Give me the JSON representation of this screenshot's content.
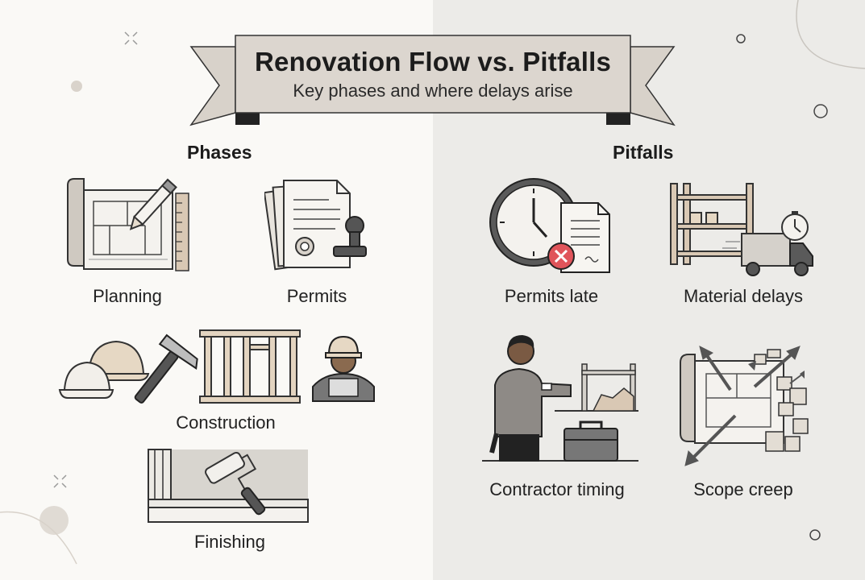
{
  "title": "Renovation Flow vs. Pitfalls",
  "subtitle": "Key phases and where delays arise",
  "phases": {
    "heading": "Phases",
    "items": [
      {
        "label": "Planning",
        "icon": "blueprint-pencil-icon"
      },
      {
        "label": "Permits",
        "icon": "documents-stamp-icon"
      },
      {
        "label": "Construction",
        "icon": "hardhat-hammer-frame-worker-icon"
      },
      {
        "label": "Finishing",
        "icon": "paint-roller-icon"
      }
    ]
  },
  "pitfalls": {
    "heading": "Pitfalls",
    "items": [
      {
        "label": "Permits late",
        "icon": "clock-document-cancel-icon"
      },
      {
        "label": "Material delays",
        "icon": "shelves-truck-timer-icon"
      },
      {
        "label": "Contractor timing",
        "icon": "waiting-person-toolbox-icon"
      },
      {
        "label": "Scope creep",
        "icon": "blueprint-arrows-icon"
      }
    ]
  },
  "colors": {
    "left_bg": "#faf9f6",
    "right_bg": "#ecebe8",
    "banner": "#dcd6cf",
    "tan": "#d9c8b4",
    "dark_gray": "#5a5a5a",
    "alert_red": "#e0545a"
  }
}
